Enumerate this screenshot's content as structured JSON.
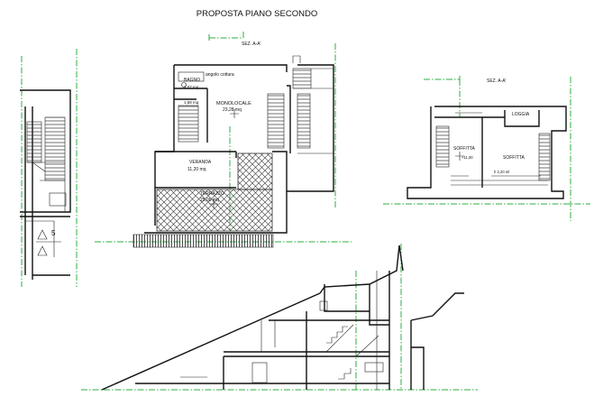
{
  "title": "PROPOSTA PIANO SECONDO",
  "section_marks": {
    "left_plan": "SEZ. A-A'",
    "right_plan": "SEZ. A-A'"
  },
  "elevation_marker": "5",
  "plan_rooms": [
    {
      "id": "angolo-cottura",
      "name": "angolo cottura",
      "area": ""
    },
    {
      "id": "bagno",
      "name": "BAGNO",
      "area": "3,07 mq"
    },
    {
      "id": "disimpegno",
      "name": "",
      "area": "1,68 mq"
    },
    {
      "id": "monolocale",
      "name": "MONOLOCALE",
      "area": "23,28 mq"
    },
    {
      "id": "veranda",
      "name": "VERANDA",
      "area": "11,20 mq"
    },
    {
      "id": "terrazzo",
      "name": "TERRAZZO",
      "area": "25,00 mq"
    }
  ],
  "section_rooms": [
    {
      "id": "soffitta-1",
      "name": "SOFFITTA",
      "elevation": "+11,00"
    },
    {
      "id": "soffitta-2",
      "name": "SOFFITTA",
      "elevation": "h 2,20 ml"
    },
    {
      "id": "loggia",
      "name": "LOGGIA",
      "elevation": ""
    }
  ],
  "colors": {
    "lines": "#111111",
    "axis": "#2fae3f",
    "hatch": "#333333"
  }
}
